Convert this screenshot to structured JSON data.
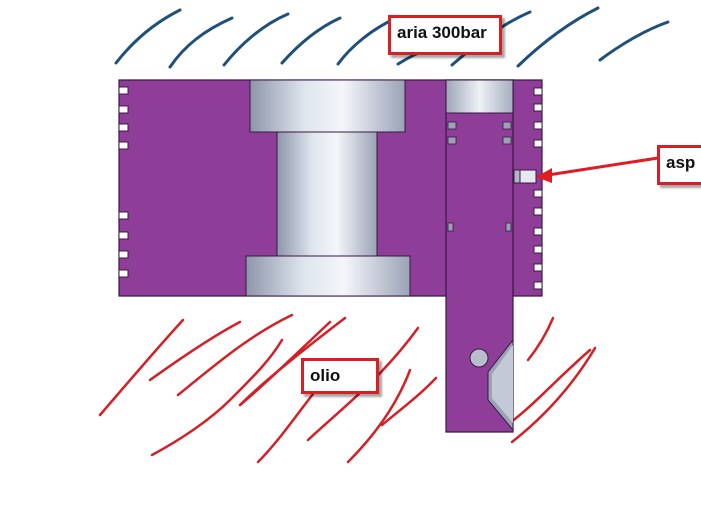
{
  "labels": {
    "air": "aria 300bar",
    "oil": "olio",
    "asp": "asp"
  },
  "colors": {
    "body": "#8e3e98",
    "body_edge": "#3a1840",
    "metal_light": "#eef1f7",
    "metal_dark": "#8b93a8",
    "air_strokes": "#1f4f7a",
    "oil_strokes": "#d51f26",
    "callout_border": "#d81f26",
    "arrow": "#e11b22"
  }
}
